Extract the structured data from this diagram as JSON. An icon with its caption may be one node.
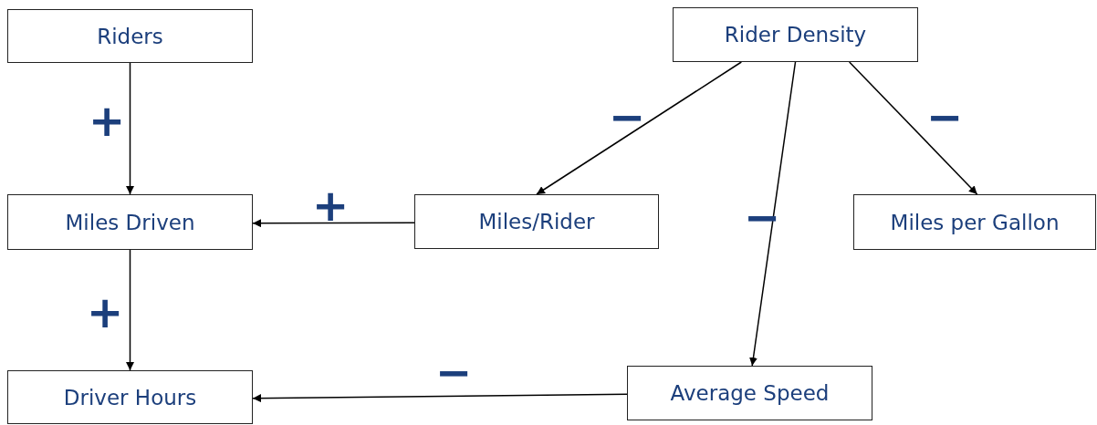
{
  "diagram": {
    "nodes": [
      {
        "text": [
          "Riders"
        ]
      },
      {
        "text": [
          "Rider Density"
        ]
      },
      {
        "text": [
          "Miles Driven"
        ]
      },
      {
        "text": [
          "Miles/Rider"
        ]
      },
      {
        "text": [
          "Miles per Gallon"
        ]
      },
      {
        "text": [
          "Driver Hours"
        ]
      },
      {
        "text": [
          "Average Speed"
        ]
      }
    ],
    "edges": [
      {
        "from": 0,
        "to": 2,
        "arrow": "to",
        "label": "+"
      },
      {
        "from": 3,
        "to": 2,
        "arrow": "to",
        "label": "+"
      },
      {
        "from": 2,
        "to": 5,
        "arrow": "to",
        "label": "+"
      },
      {
        "from": 1,
        "to": 3,
        "arrow": "to",
        "label": "−"
      },
      {
        "from": 1,
        "to": 6,
        "arrow": "to",
        "label": "−"
      },
      {
        "from": 1,
        "to": 4,
        "arrow": "to",
        "label": "−"
      },
      {
        "from": 6,
        "to": 5,
        "arrow": "to",
        "label": "−"
      }
    ]
  }
}
